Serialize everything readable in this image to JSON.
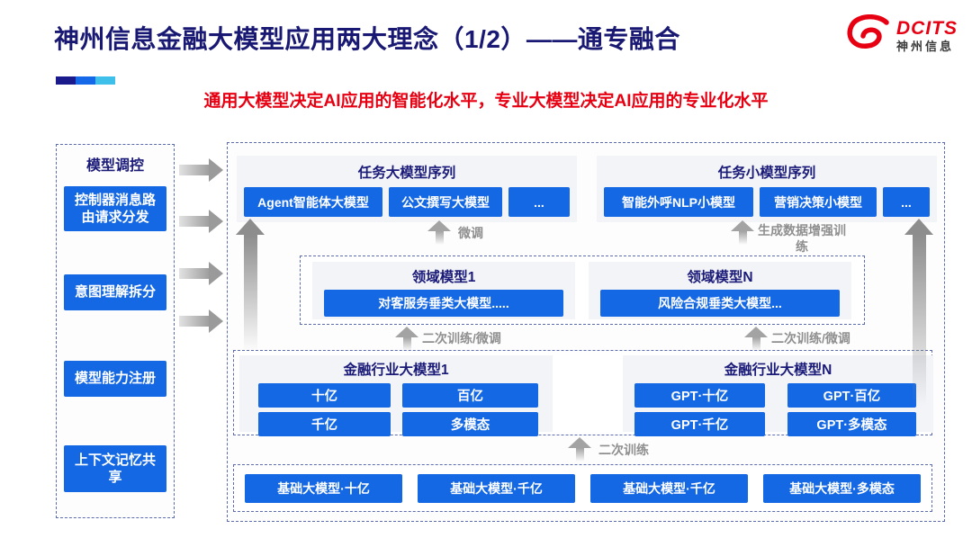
{
  "header": {
    "title": "神州信息金融大模型应用两大理念（1/2）——通专融合",
    "subtitle": "通用大模型决定AI应用的智能化水平，专业大模型决定AI应用的专业化水平"
  },
  "logo": {
    "brand": "DCITS",
    "brand_cn": "神州信息"
  },
  "sidebar": {
    "title": "模型调控",
    "items": [
      "控制器消息路由请求分发",
      "意图理解拆分",
      "模型能力注册",
      "上下文记忆共享"
    ]
  },
  "diagram": {
    "task_large": {
      "title": "任务大模型序列",
      "items": [
        "Agent智能体大模型",
        "公文撰写大模型",
        "..."
      ]
    },
    "task_small": {
      "title": "任务小模型序列",
      "items": [
        "智能外呼NLP小模型",
        "营销决策小模型",
        "..."
      ]
    },
    "domain": {
      "d1": {
        "title": "领域模型1",
        "item": "对客服务垂类大模型....."
      },
      "dn": {
        "title": "领域模型N",
        "item": "风险合规垂类大模型..."
      }
    },
    "industry": {
      "i1": {
        "title": "金融行业大模型1",
        "items": [
          "十亿",
          "百亿",
          "千亿",
          "多模态"
        ]
      },
      "iN": {
        "title": "金融行业大模型N",
        "items": [
          "GPT·十亿",
          "GPT·百亿",
          "GPT·千亿",
          "GPT·多模态"
        ]
      }
    },
    "base": {
      "items": [
        "基础大模型·十亿",
        "基础大模型·千亿",
        "基础大模型·千亿",
        "基础大模型·多模态"
      ]
    },
    "labels": {
      "finetune": "微调",
      "gen_data_training": "生成数据增强训练",
      "second_training_finetune_left": "二次训练/微调",
      "second_training_finetune_right": "二次训练/微调",
      "second_training": "二次训练"
    }
  },
  "colors": {
    "accent_blue": "#1568e4",
    "navy_text": "#191974",
    "brand_red": "#e60012",
    "gray_label": "#8f8f8f",
    "deco_bar": [
      "#1a1a8c",
      "#1568e8",
      "#3fc0ea"
    ]
  }
}
